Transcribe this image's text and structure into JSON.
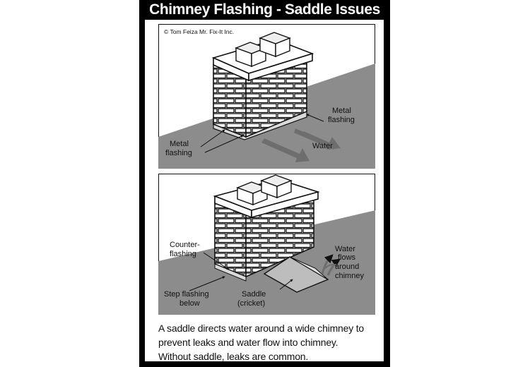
{
  "title": "Chimney Flashing - Saddle Issues",
  "copyright": "© Tom Feiza Mr. Fix-It Inc.",
  "top_panel": {
    "label_metal_flashing_right": [
      "Metal",
      "flashing"
    ],
    "label_metal_flashing_left": [
      "Metal",
      "flashing"
    ],
    "label_water": "Water"
  },
  "bottom_panel": {
    "label_counter_flashing": [
      "Counter-",
      "flashing"
    ],
    "label_water_flows": [
      "Water",
      "flows",
      "around",
      "chimney"
    ],
    "label_step_flashing": [
      "Step flashing",
      "below"
    ],
    "label_saddle": [
      "Saddle",
      "(cricket)"
    ]
  },
  "caption": [
    "A saddle directs water around a wide chimney to",
    "prevent leaks and water flow into chimney.",
    "Without saddle, leaks are common."
  ],
  "colors": {
    "frame": "#000000",
    "roof": "#8c8c8c",
    "brick": "#ffffff",
    "flashing": "#d9d9d9",
    "arrow": "#6e6e6e"
  }
}
